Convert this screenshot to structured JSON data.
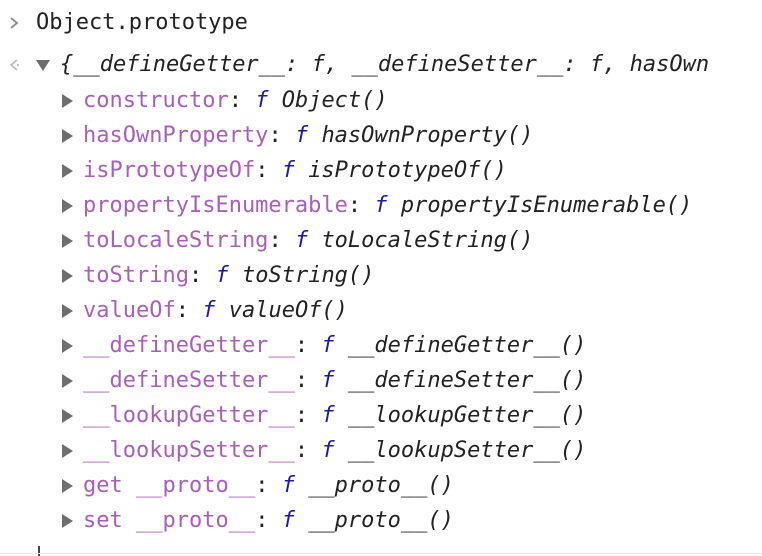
{
  "console": {
    "input": {
      "prompt_icon": "chevron-right-icon",
      "text": "Object.prototype"
    },
    "result": {
      "result_icon": "chevron-left-icon",
      "summary_open": "{",
      "summary_items": [
        {
          "key": "__defineGetter__",
          "sep": ": ",
          "fn": "f",
          "comma": ", "
        },
        {
          "key": "__defineSetter__",
          "sep": ": ",
          "fn": "f",
          "comma": ", "
        },
        {
          "key": "hasOwn",
          "sep": "",
          "fn": "",
          "comma": ""
        }
      ],
      "properties": [
        {
          "key": "constructor",
          "sep": ": ",
          "fn": "f",
          "value": "Object()"
        },
        {
          "key": "hasOwnProperty",
          "sep": ": ",
          "fn": "f",
          "value": "hasOwnProperty()"
        },
        {
          "key": "isPrototypeOf",
          "sep": ": ",
          "fn": "f",
          "value": "isPrototypeOf()"
        },
        {
          "key": "propertyIsEnumerable",
          "sep": ": ",
          "fn": "f",
          "value": "propertyIsEnumerable()"
        },
        {
          "key": "toLocaleString",
          "sep": ": ",
          "fn": "f",
          "value": "toLocaleString()"
        },
        {
          "key": "toString",
          "sep": ": ",
          "fn": "f",
          "value": "toString()"
        },
        {
          "key": "valueOf",
          "sep": ": ",
          "fn": "f",
          "value": "valueOf()"
        },
        {
          "key": "__defineGetter__",
          "sep": ": ",
          "fn": "f",
          "value": "__defineGetter__()"
        },
        {
          "key": "__defineSetter__",
          "sep": ": ",
          "fn": "f",
          "value": "__defineSetter__()"
        },
        {
          "key": "__lookupGetter__",
          "sep": ": ",
          "fn": "f",
          "value": "__lookupGetter__()"
        },
        {
          "key": "__lookupSetter__",
          "sep": ": ",
          "fn": "f",
          "value": "__lookupSetter__()"
        },
        {
          "key": "get __proto__",
          "sep": ": ",
          "fn": "f",
          "value": "__proto__()"
        },
        {
          "key": "set __proto__",
          "sep": ": ",
          "fn": "f",
          "value": "__proto__()"
        }
      ]
    }
  },
  "colors": {
    "key": "#a85fb8",
    "function_keyword": "#1a1aa6",
    "text": "#222222",
    "toggle": "#6e6e6e"
  }
}
